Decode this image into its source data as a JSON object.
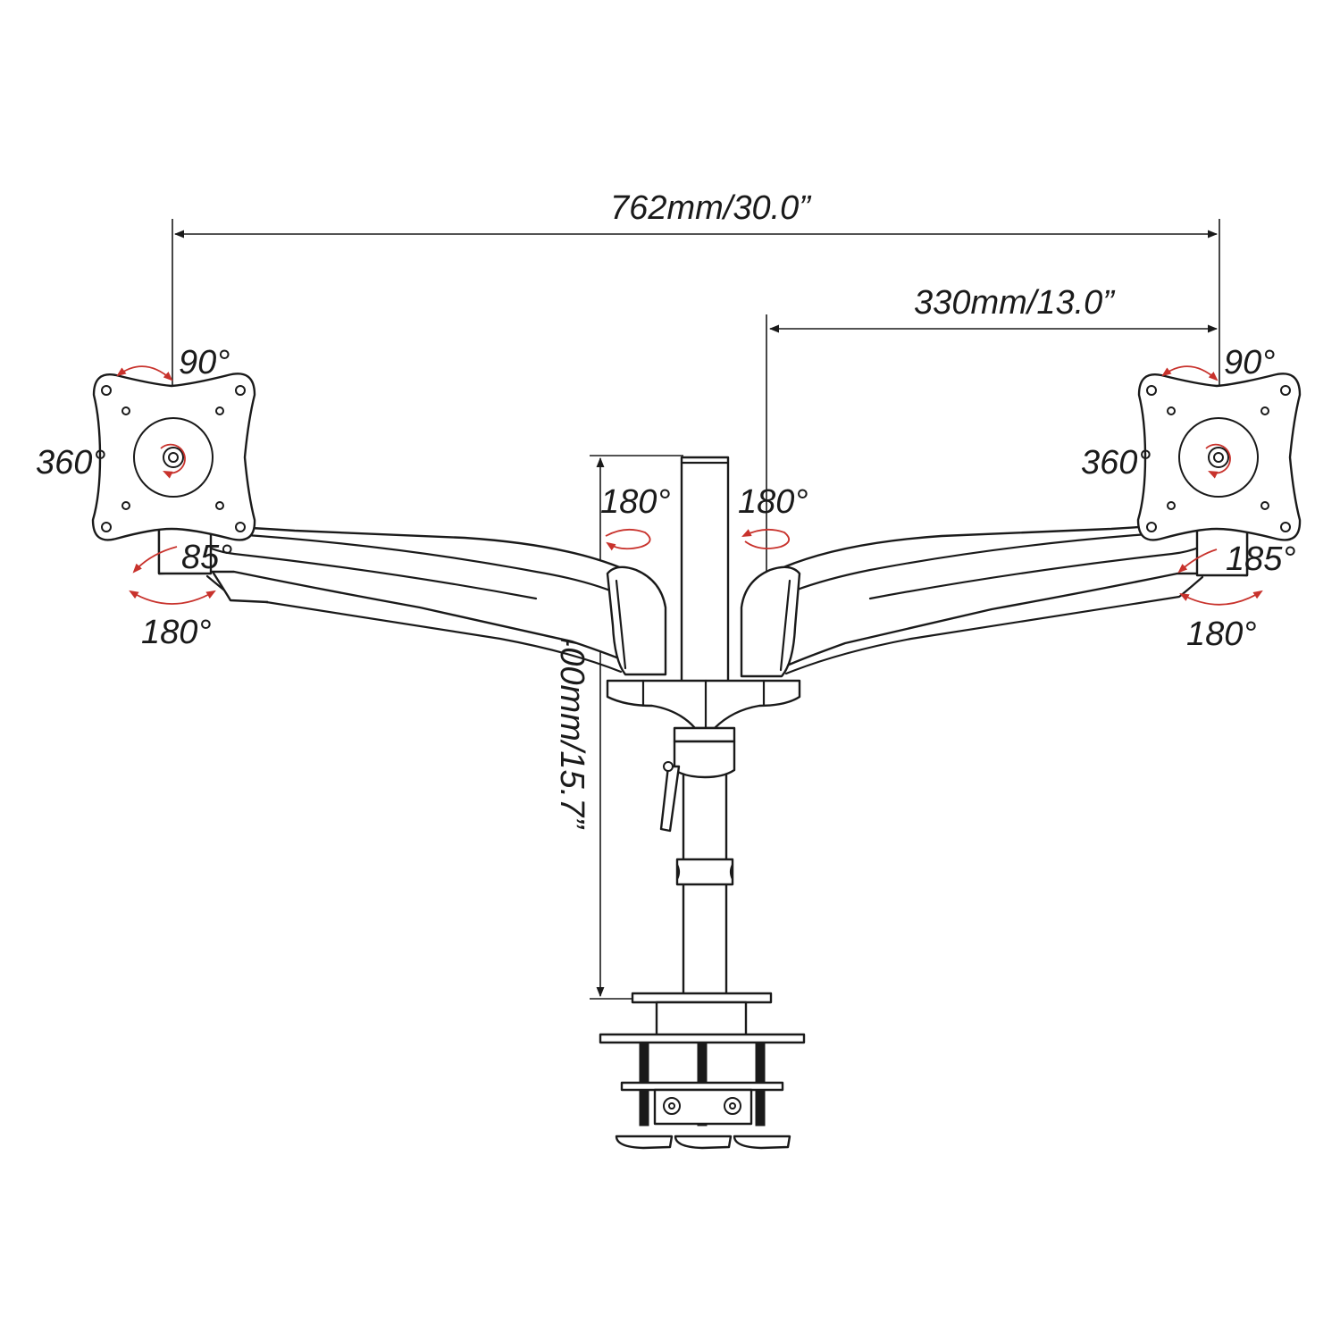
{
  "diagram": {
    "dimensions": {
      "total_width": "762mm/30.0”",
      "arm_reach": "330mm/13.0”",
      "pole_height": "400mm/15.7”"
    },
    "angles": {
      "left_tilt": "90°",
      "left_rotate": "360°",
      "left_bracket": "85°",
      "left_swivel": "180°",
      "left_arm_pivot": "180°",
      "right_arm_pivot": "180°",
      "right_tilt": "90°",
      "right_rotate": "360°",
      "right_bracket": "185°",
      "right_swivel": "180°"
    },
    "accent_color": "#c8322c",
    "line_color": "#1a1a1a"
  }
}
